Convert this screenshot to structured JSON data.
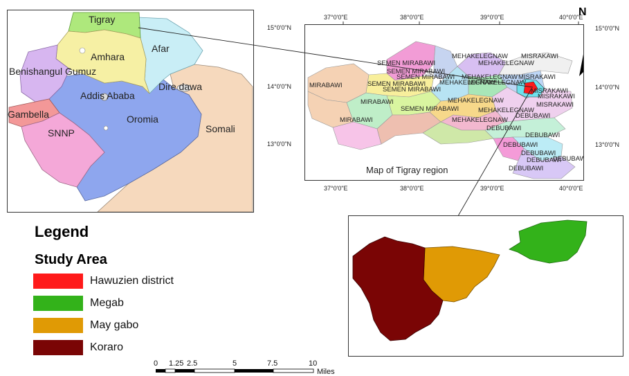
{
  "ethiopia_map": {
    "regions": [
      "Tigray",
      "Amhara",
      "Afar",
      "Benishangul Gumuz",
      "Addis Ababa",
      "Dire dawa",
      "Oromia",
      "Gambella",
      "SNNP",
      "Somali"
    ]
  },
  "tigray_map": {
    "caption": "Map of Tigray region",
    "north_label": "N",
    "top_ticks": [
      "37°0'0\"E",
      "38°0'0\"E",
      "39°0'0\"E",
      "40°0'0\"E"
    ],
    "bottom_ticks": [
      "37°0'0\"E",
      "38°0'0\"E",
      "39°0'0\"E",
      "40°0'0\"E"
    ],
    "left_ticks": [
      "15°0'0\"N",
      "14°0'0\"N",
      "13°0'0\"N"
    ],
    "right_ticks": [
      "15°0'0\"N",
      "14°0'0\"N",
      "13°0'0\"N"
    ],
    "zones": [
      "MIRABAWI",
      "SEMEN MIRABAWI",
      "SEMEN MIRABAWI",
      "SEMEN MIRABAWI",
      "SEMEN MIRABAWI",
      "SEMEN MIRABAWI",
      "MIRABAWI",
      "SEMEN MIRABAWI",
      "MIRABAWI",
      "MEHAKELEGNAW",
      "MEHAKELEGNAW",
      "MEHAKELEGNAW",
      "MEHAKELEGNAW",
      "MIFHAKELEGNAW",
      "MEHAKELEGNAW",
      "MEHAKELEGNAW",
      "MEHAKELEGNAW",
      "MISRAKAWI",
      "MISRAKAWI",
      "MISRAKAWI",
      "MISRAKAWI",
      "MISRAKAWI",
      "DEBUBAWI",
      "DEBUBAWI",
      "DEBUBAWI",
      "DEBUBAWI",
      "DEBUBAWI",
      "DEBUBAWI",
      "DEBUBAWI",
      "DEBUBAWI"
    ]
  },
  "legend": {
    "title": "Legend",
    "subtitle": "Study Area",
    "items": [
      {
        "label": "Hawuzien district",
        "color": "#ff1a1a"
      },
      {
        "label": "Megab",
        "color": "#33b21a"
      },
      {
        "label": "May gabo",
        "color": "#e09a05"
      },
      {
        "label": "Koraro",
        "color": "#7a0505"
      }
    ]
  },
  "colors": {
    "tigray": "#aee87c",
    "amhara": "#f6f0a4",
    "afar": "#c9eef6",
    "benishangul": "#d7b6f0",
    "addis": "#dddddd",
    "oromia": "#8ea6ee",
    "somali": "#f6d9bd",
    "snnp": "#f4a8d8",
    "gambella": "#f39898",
    "diredawa": "#e8e8e8",
    "study_red": "#ff1a1a",
    "study_cyan": "#6fe0ec",
    "megab": "#33b21a",
    "maygabo": "#e09a05",
    "koraro": "#7a0505"
  },
  "scalebar": {
    "ticks": [
      "0",
      "1.25",
      "2.5",
      "5",
      "7.5",
      "10"
    ],
    "unit": "Miles"
  }
}
